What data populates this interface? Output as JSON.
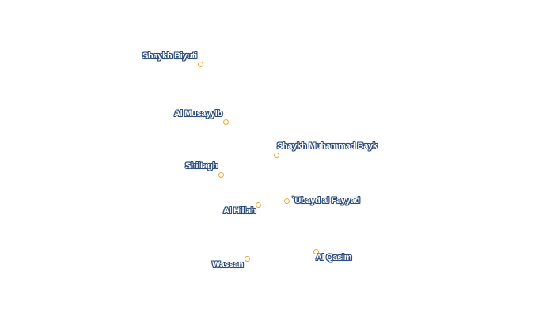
{
  "colors": {
    "marker_stroke": "#e8a93a",
    "label_halo": "#2e4d7b",
    "label_text": "#ffffff"
  },
  "places": [
    {
      "id": "shaykh-biyuti",
      "name": "Shaykh Biyuti"
    },
    {
      "id": "al-musayyib",
      "name": "Al Musayyib"
    },
    {
      "id": "shaykh-muhammad-bayk",
      "name": "Shaykh Muhammad Bayk"
    },
    {
      "id": "shiltagh",
      "name": "Shiltagh"
    },
    {
      "id": "al-hillah",
      "name": "Al Hillah"
    },
    {
      "id": "ubayd-al-fayyad",
      "name": "`Ubayd al Fayyad"
    },
    {
      "id": "al-qasim",
      "name": "Al Qasim"
    },
    {
      "id": "wassan",
      "name": "Wassan"
    }
  ]
}
